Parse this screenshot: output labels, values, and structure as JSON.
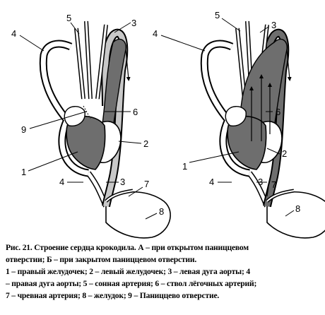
{
  "panels": [
    {
      "id": "A",
      "labels": {
        "l1": "1",
        "l2": "2",
        "l3a": "3",
        "l3b": "3",
        "l4a": "4",
        "l4b": "4",
        "l5": "5",
        "l6": "6",
        "l7": "7",
        "l8": "8",
        "l9": "9"
      }
    },
    {
      "id": "B",
      "labels": {
        "l1": "1",
        "l2": "2",
        "l3a": "3",
        "l3b": "3",
        "l4a": "4",
        "l4b": "4",
        "l5": "5",
        "l6": "6",
        "l7": "7",
        "l8": "8"
      }
    }
  ],
  "caption": {
    "line1": "Рис. 21. Строение сердца крокодила.  А –  при открытом паниццевом",
    "line2": "отверстии; Б – при  закрытом паниццевом  отверстии.",
    "line3": "1 – правый желудочек; 2 – левый желудочек; 3 – левая дуга аорты; 4",
    "line4": "– правая дуга аорты; 5 – сонная артерия; 6 – ствол лёгочных артерий;",
    "line5": "7 – чревная артерия; 8 – желудок; 9 – Паниццево  отверстие."
  },
  "colors": {
    "outline": "#000000",
    "dark_fill": "#6e6e6e",
    "light_fill": "#c8c8c8",
    "white": "#ffffff"
  }
}
